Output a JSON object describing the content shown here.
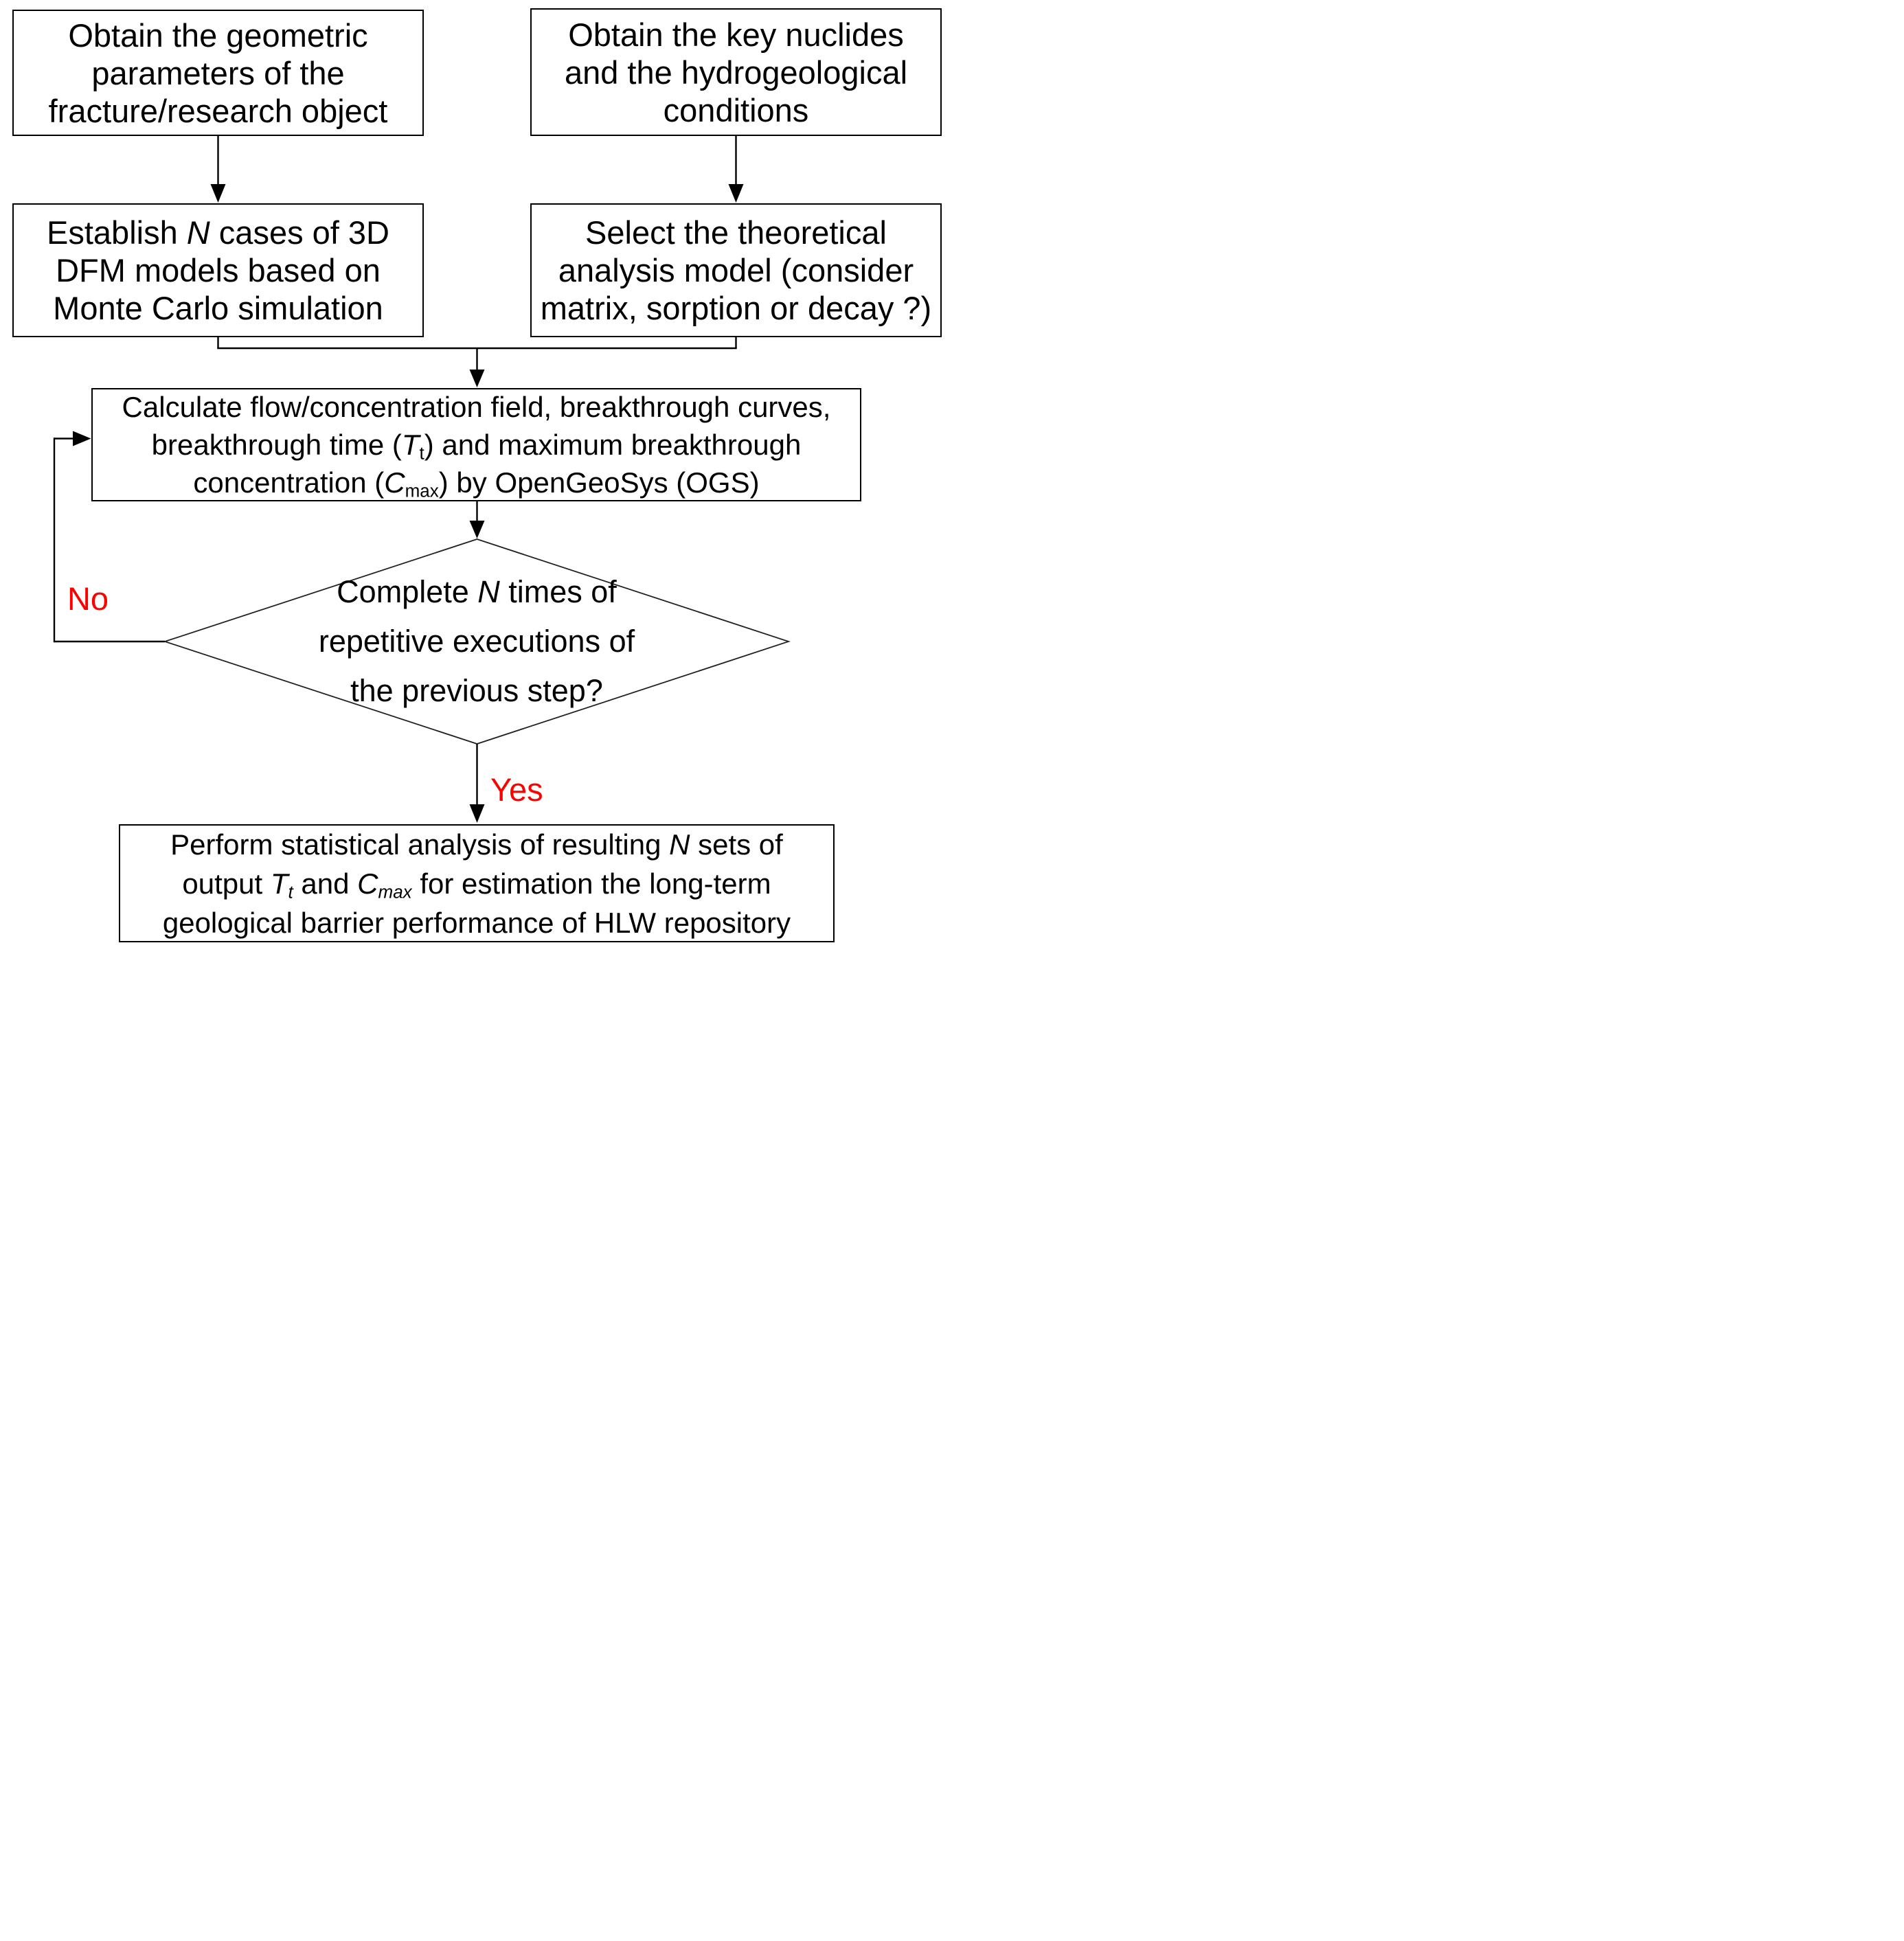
{
  "colors": {
    "background": "#ffffff",
    "line": "#000000",
    "label_accent": "#ff0000"
  },
  "nodes": {
    "obtain_geometric": {
      "lines": [
        [
          {
            "t": "Obtain the geometric"
          }
        ],
        [
          {
            "t": "parameters of the"
          }
        ],
        [
          {
            "t": "fracture/research object"
          }
        ]
      ]
    },
    "obtain_nuclides": {
      "lines": [
        [
          {
            "t": "Obtain the key nuclides"
          }
        ],
        [
          {
            "t": "and the hydrogeological"
          }
        ],
        [
          {
            "t": "conditions"
          }
        ]
      ]
    },
    "establish_dfm": {
      "lines": [
        [
          {
            "t": "Establish "
          },
          {
            "t": "N",
            "i": true
          },
          {
            "t": " cases of 3D"
          }
        ],
        [
          {
            "t": "DFM models based on"
          }
        ],
        [
          {
            "t": "Monte Carlo simulation"
          }
        ]
      ]
    },
    "select_model": {
      "lines": [
        [
          {
            "t": "Select the theoretical"
          }
        ],
        [
          {
            "t": "analysis model (consider"
          }
        ],
        [
          {
            "t": "matrix, sorption or decay ?)"
          }
        ]
      ]
    },
    "calculate_ogs": {
      "lines": [
        [
          {
            "t": "Calculate flow/concentration field, breakthrough curves,"
          }
        ],
        [
          {
            "t": "breakthrough time ("
          },
          {
            "t": "T",
            "i": true
          },
          {
            "t": "t",
            "sub": true
          },
          {
            "t": ") and maximum breakthrough"
          }
        ],
        [
          {
            "t": "concentration ("
          },
          {
            "t": "C",
            "i": true
          },
          {
            "t": "max",
            "sub": true
          },
          {
            "t": ") by OpenGeoSys (OGS)"
          }
        ]
      ]
    },
    "decision_repeat": {
      "lines": [
        [
          {
            "t": "Complete "
          },
          {
            "t": "N",
            "i": true
          },
          {
            "t": " times of"
          }
        ],
        [
          {
            "t": "repetitive executions of"
          }
        ],
        [
          {
            "t": "the previous step?"
          }
        ]
      ]
    },
    "perform_stats": {
      "lines": [
        [
          {
            "t": "Perform statistical analysis of resulting "
          },
          {
            "t": "N",
            "i": true
          },
          {
            "t": " sets of"
          }
        ],
        [
          {
            "t": "output "
          },
          {
            "t": "T",
            "i": true
          },
          {
            "t": "t",
            "i": true,
            "sub": true
          },
          {
            "t": " and "
          },
          {
            "t": "C",
            "i": true
          },
          {
            "t": "max",
            "i": true,
            "sub": true
          },
          {
            "t": " for estimation the long-term"
          }
        ],
        [
          {
            "t": "geological barrier performance of HLW repository"
          }
        ]
      ]
    }
  },
  "labels": {
    "no": "No",
    "yes": "Yes"
  }
}
